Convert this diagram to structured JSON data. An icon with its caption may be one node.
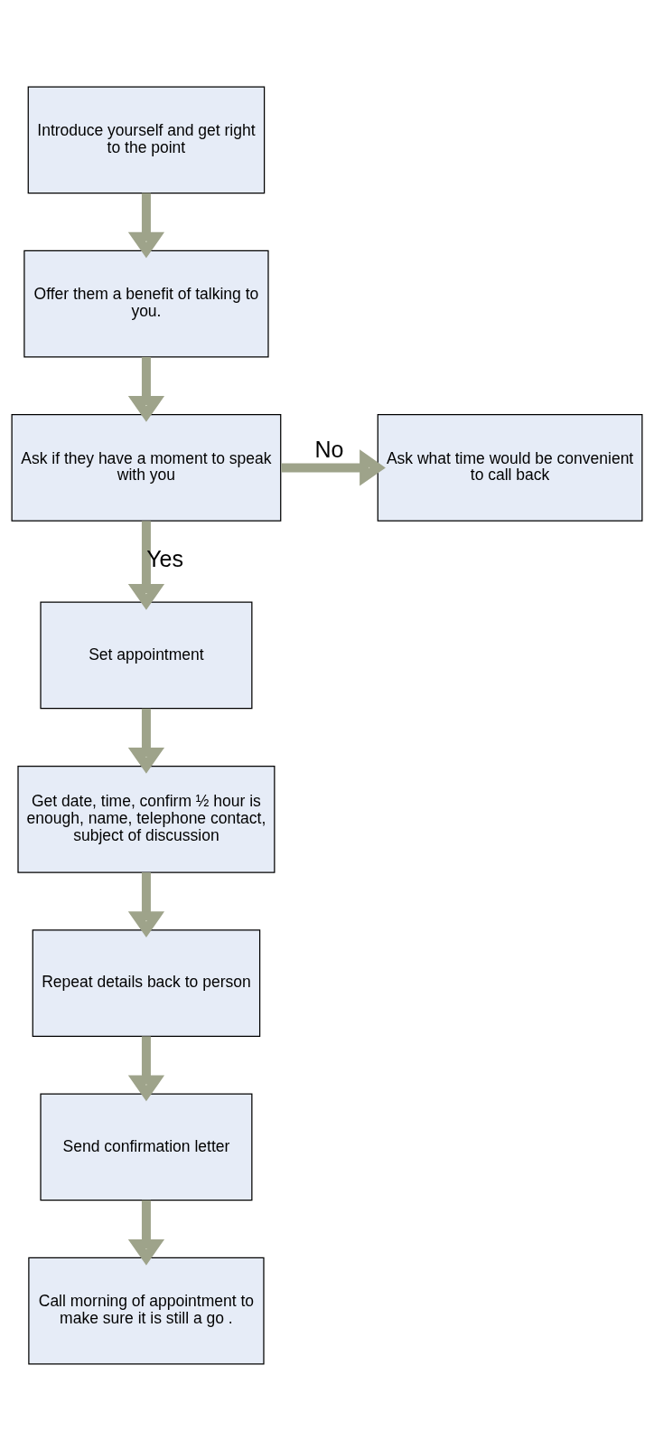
{
  "diagram": {
    "nodes": [
      {
        "text": [
          "Introduce yourself and get right to the point"
        ]
      },
      {
        "text": [
          "Offer them a benefit of talking to you."
        ]
      },
      {
        "text": [
          "Ask if they have a moment to speak with you"
        ]
      },
      {
        "text": [
          "Ask what time would be convenient to call back"
        ]
      },
      {
        "text": [
          "Set appointment"
        ]
      },
      {
        "text": [
          "Get date, time, confirm ½ hour is enough, name, telephone contact, subject of discussion"
        ]
      },
      {
        "text": [
          "Repeat details back to person"
        ]
      },
      {
        "text": [
          "Send confirmation letter"
        ]
      },
      {
        "text": [
          "Call morning of appointment to make sure it is still a go ."
        ]
      }
    ],
    "edges": [
      {
        "from": 0,
        "to": 1,
        "arrow": "to"
      },
      {
        "from": 1,
        "to": 2,
        "arrow": "to"
      },
      {
        "from": 2,
        "to": 3,
        "arrow": "to",
        "label": "No"
      },
      {
        "from": 2,
        "to": 4,
        "arrow": "to",
        "label": "Yes"
      },
      {
        "from": 4,
        "to": 5,
        "arrow": "to"
      },
      {
        "from": 5,
        "to": 6,
        "arrow": "to"
      },
      {
        "from": 6,
        "to": 7,
        "arrow": "to"
      },
      {
        "from": 7,
        "to": 8,
        "arrow": "to"
      }
    ]
  }
}
